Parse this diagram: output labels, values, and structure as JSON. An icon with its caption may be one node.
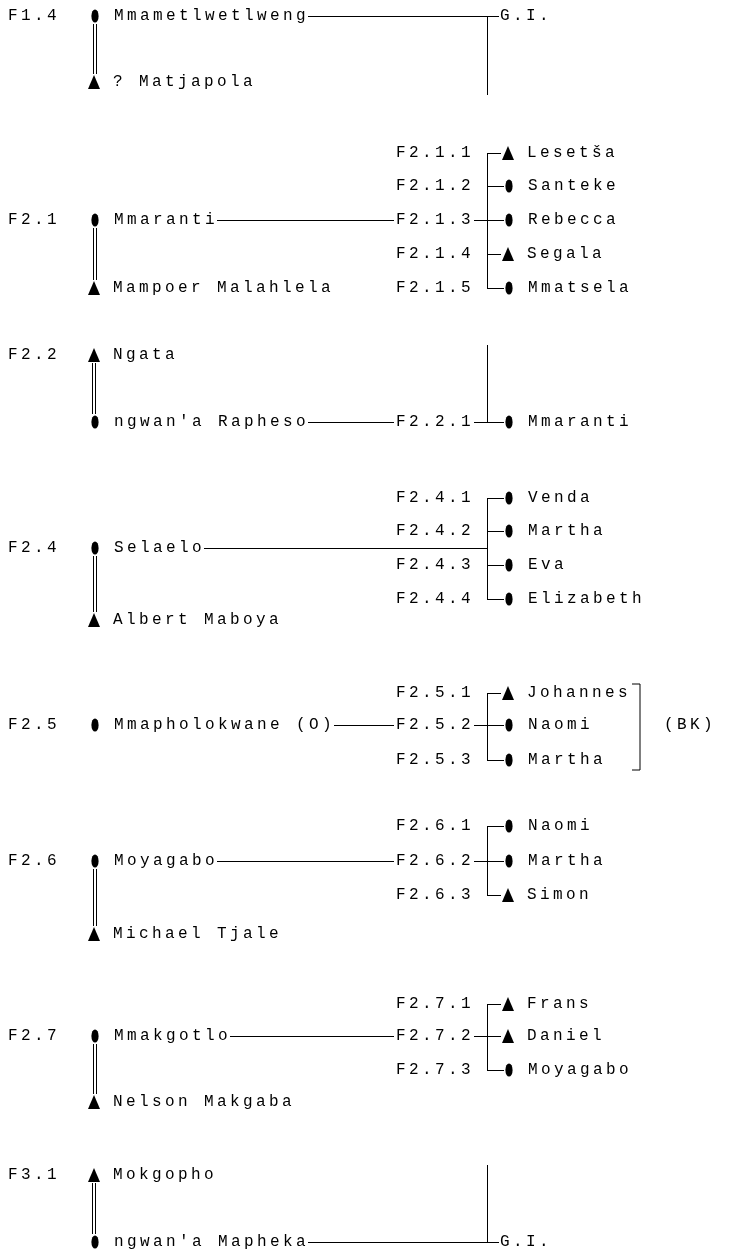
{
  "diagram": {
    "nodes": [
      {
        "text": [
          "Mmametlwetlweng"
        ],
        "beside": [
          "F1.4"
        ]
      },
      {
        "text": [
          "G.I."
        ]
      },
      {
        "text": [
          "? Matjapola"
        ]
      },
      {
        "text": [
          "Lesetša"
        ],
        "beside": [
          "F2.1.1"
        ]
      },
      {
        "text": [
          "Santeke"
        ],
        "beside": [
          "F2.1.2"
        ]
      },
      {
        "text": [
          "Mmaranti"
        ],
        "beside": [
          "F2.1"
        ]
      },
      {
        "text": [
          "Rebecca"
        ],
        "beside": [
          "F2.1.3"
        ]
      },
      {
        "text": [
          "Segala"
        ],
        "beside": [
          "F2.1.4"
        ]
      },
      {
        "text": [
          "Mampoer Malahlela"
        ]
      },
      {
        "text": [
          "Mmatsela"
        ],
        "beside": [
          "F2.1.5"
        ]
      },
      {
        "text": [
          "Ngata"
        ],
        "beside": [
          "F2.2"
        ]
      },
      {
        "text": [
          "ngwan'a Rapheso"
        ]
      },
      {
        "text": [
          "Mmaranti"
        ],
        "beside": [
          "F2.2.1"
        ]
      },
      {
        "text": [
          "Venda"
        ],
        "beside": [
          "F2.4.1"
        ]
      },
      {
        "text": [
          "Martha"
        ],
        "beside": [
          "F2.4.2"
        ]
      },
      {
        "text": [
          "Selaelo"
        ],
        "beside": [
          "F2.4"
        ]
      },
      {
        "text": [
          "Eva"
        ],
        "beside": [
          "F2.4.3"
        ]
      },
      {
        "text": [
          "Elizabeth"
        ],
        "beside": [
          "F2.4.4"
        ]
      },
      {
        "text": [
          "Albert Maboya"
        ]
      },
      {
        "text": [
          "Johannes"
        ],
        "beside": [
          "F2.5.1"
        ]
      },
      {
        "text": [
          "Mmapholokwane (O)"
        ],
        "beside": [
          "F2.5"
        ]
      },
      {
        "text": [
          "Naomi"
        ],
        "beside": [
          "F2.5.2"
        ]
      },
      {
        "text": [
          "Martha"
        ],
        "beside": [
          "F2.5.3"
        ]
      },
      {
        "text": [
          "Naomi"
        ],
        "beside": [
          "F2.6.1"
        ]
      },
      {
        "text": [
          "Moyagabo"
        ],
        "beside": [
          "F2.6"
        ]
      },
      {
        "text": [
          "Martha"
        ],
        "beside": [
          "F2.6.2"
        ]
      },
      {
        "text": [
          "Simon"
        ],
        "beside": [
          "F2.6.3"
        ]
      },
      {
        "text": [
          "Michael Tjale"
        ]
      },
      {
        "text": [
          "Frans"
        ],
        "beside": [
          "F2.7.1"
        ]
      },
      {
        "text": [
          "Mmakgotlo"
        ],
        "beside": [
          "F2.7"
        ]
      },
      {
        "text": [
          "Daniel"
        ],
        "beside": [
          "F2.7.2"
        ]
      },
      {
        "text": [
          "Moyagabo"
        ],
        "beside": [
          "F2.7.3"
        ]
      },
      {
        "text": [
          "Nelson Makgaba"
        ]
      },
      {
        "text": [
          "Mokgopho"
        ],
        "beside": [
          "F3.1"
        ]
      },
      {
        "text": [
          "ngwan'a Mapheka"
        ]
      },
      {
        "text": [
          "G.I."
        ]
      }
    ],
    "edges": [
      {
        "from": 0,
        "to": 2,
        "arrow": "none"
      },
      {
        "from": 0,
        "to": 1,
        "arrow": "none"
      },
      {
        "from": 0,
        "to": null,
        "arrow": "none"
      },
      {
        "from": 5,
        "to": 8,
        "arrow": "none"
      },
      {
        "from": 5,
        "to": 3,
        "arrow": "none"
      },
      {
        "from": 5,
        "to": 4,
        "arrow": "none"
      },
      {
        "from": 5,
        "to": 6,
        "arrow": "none"
      },
      {
        "from": 5,
        "to": 7,
        "arrow": "none"
      },
      {
        "from": 5,
        "to": 9,
        "arrow": "none"
      },
      {
        "from": 10,
        "to": 11,
        "arrow": "none"
      },
      {
        "from": 11,
        "to": 12,
        "arrow": "none"
      },
      {
        "from": null,
        "to": 12,
        "arrow": "none"
      },
      {
        "from": 15,
        "to": 18,
        "arrow": "none"
      },
      {
        "from": 15,
        "to": 13,
        "arrow": "none"
      },
      {
        "from": 15,
        "to": 14,
        "arrow": "none"
      },
      {
        "from": 15,
        "to": 16,
        "arrow": "none"
      },
      {
        "from": 15,
        "to": 17,
        "arrow": "none"
      },
      {
        "from": 20,
        "to": 19,
        "arrow": "none"
      },
      {
        "from": 20,
        "to": 21,
        "arrow": "none"
      },
      {
        "from": 20,
        "to": 22,
        "arrow": "none"
      },
      {
        "from": 24,
        "to": 27,
        "arrow": "none"
      },
      {
        "from": 24,
        "to": 23,
        "arrow": "none"
      },
      {
        "from": 24,
        "to": 25,
        "arrow": "none"
      },
      {
        "from": 24,
        "to": 26,
        "arrow": "none"
      },
      {
        "from": 29,
        "to": 32,
        "arrow": "none"
      },
      {
        "from": 29,
        "to": 28,
        "arrow": "none"
      },
      {
        "from": 29,
        "to": 30,
        "arrow": "none"
      },
      {
        "from": 29,
        "to": 31,
        "arrow": "none"
      },
      {
        "from": 33,
        "to": 34,
        "arrow": "none"
      },
      {
        "from": 34,
        "to": 35,
        "arrow": "none"
      },
      {
        "from": null,
        "to": 35,
        "arrow": "none"
      }
    ],
    "labels": [
      "(BK)"
    ]
  }
}
